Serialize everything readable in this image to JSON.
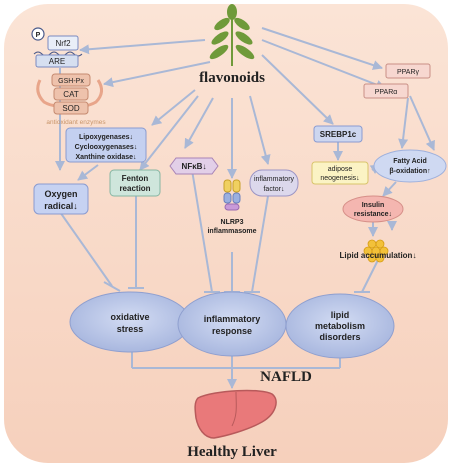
{
  "center": {
    "title": "flavonoids"
  },
  "nrf2": {
    "label": "Nrf2",
    "are": "ARE",
    "p": "P"
  },
  "enzymes": {
    "items": [
      "GSH-Px",
      "CAT",
      "SOD"
    ],
    "caption": "antioxidant enzymes"
  },
  "lox_box": {
    "lines": [
      "Lipoxygenases↓",
      "Cyclooxygenases↓",
      "Xanthine oxidase↓"
    ]
  },
  "oxygen": {
    "line1": "Oxygen",
    "line2": "radical↓"
  },
  "fenton": {
    "line1": "Fenton",
    "line2": "reaction"
  },
  "nfkb": {
    "label": "NFκB↓"
  },
  "nlrp3": {
    "line1": "NLRP3",
    "line2": "inflammasome"
  },
  "inflam_factor": {
    "line1": "inflammatory",
    "line2": "factor↓"
  },
  "srebp": {
    "label": "SREBP1c"
  },
  "adipose": {
    "line1": "adipose",
    "line2": "neogenesis↓"
  },
  "ppar_gamma": {
    "label": "PPARγ"
  },
  "ppar_alpha": {
    "label": "PPARα"
  },
  "fatty_acid": {
    "line1": "Fatty Acid",
    "line2": "β-oxidation↑"
  },
  "insulin": {
    "line1": "Insulin",
    "line2": "resistance↓"
  },
  "lipid_acc": {
    "label": "Lipid accumulation↓"
  },
  "outcomes": {
    "oxidative": {
      "line1": "oxidative",
      "line2": "stress"
    },
    "inflammatory": {
      "line1": "inflammatory",
      "line2": "response"
    },
    "lipid": {
      "line1": "lipid",
      "line2": "metabolism",
      "line3": "disorders"
    }
  },
  "nafld": {
    "label": "NAFLD"
  },
  "healthy": {
    "label": "Healthy Liver"
  },
  "colors": {
    "background": "#f9dccb",
    "arrow": "#a9b8d6",
    "ellipse": "#aab8de",
    "liver": "#e9797a"
  }
}
